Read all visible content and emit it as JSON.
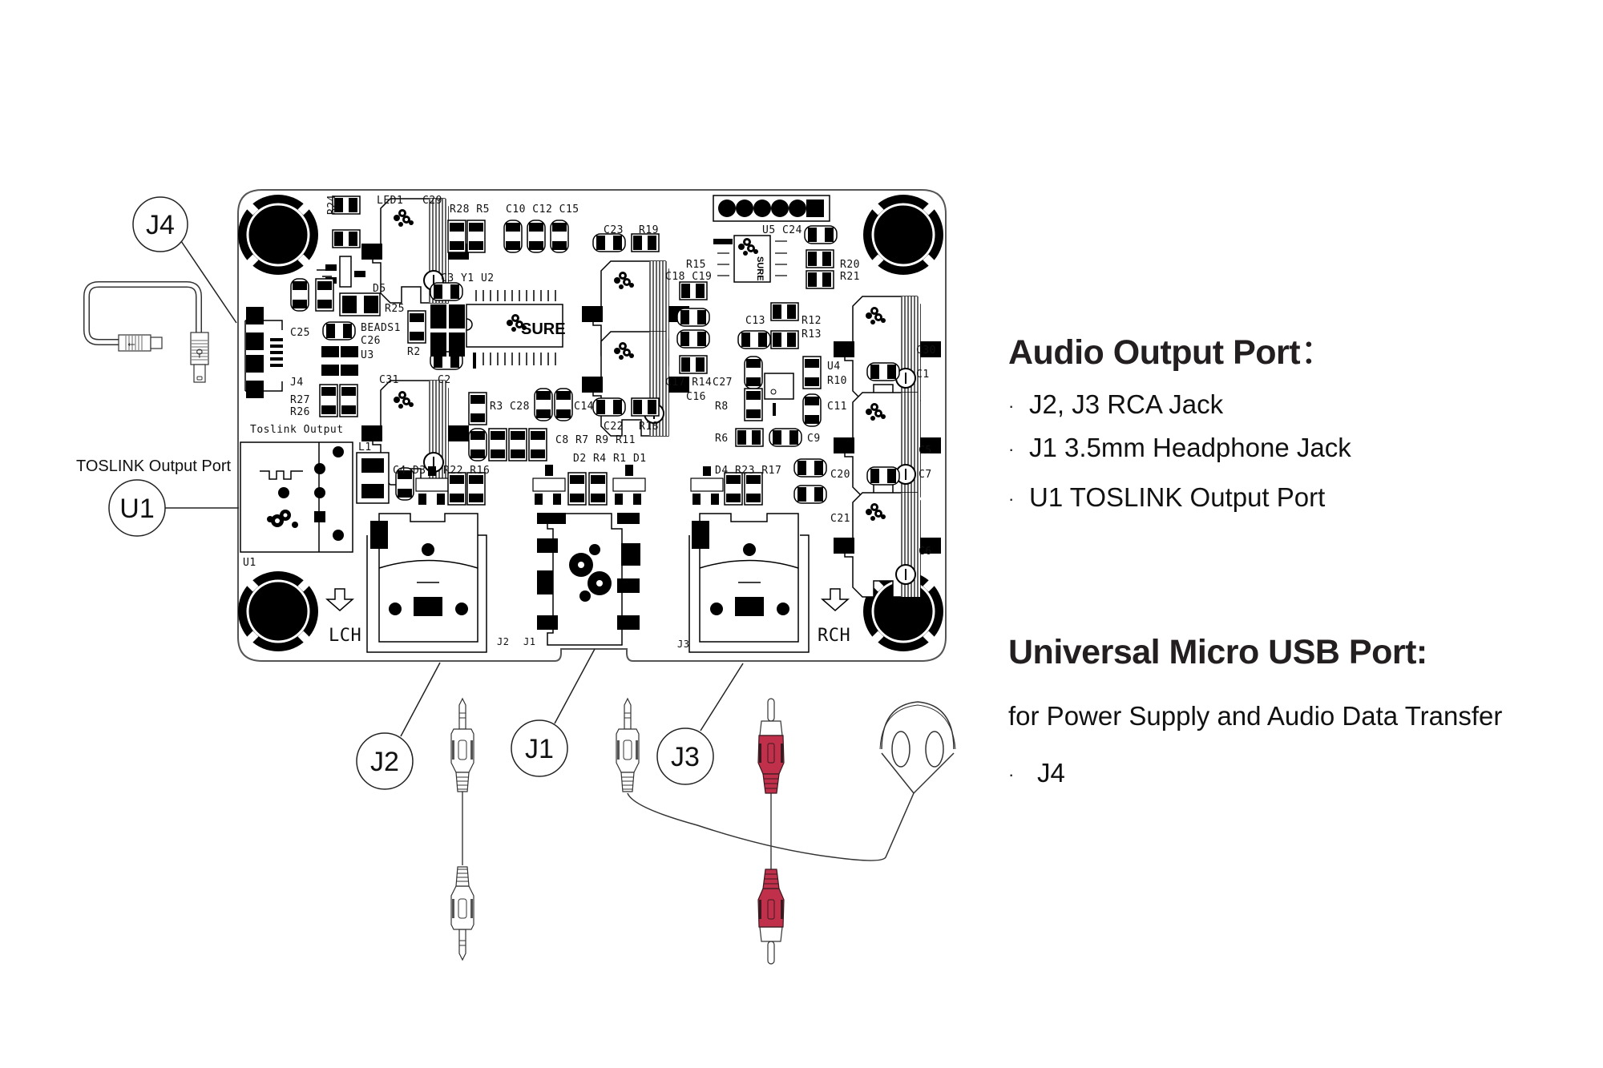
{
  "board": {
    "pcb_labels": {
      "r24": "R24",
      "led1": "LED1",
      "c29": "C29",
      "r28_r5": "R28 R5",
      "c10_c12_c15": "C10 C12 C15",
      "c23": "C23",
      "r19": "R19",
      "u5_c24": "U5 C24",
      "r20": "R20",
      "r21": "R21",
      "d5": "D5",
      "r25": "R25",
      "c3_y1_u2": "C3 Y1 U2",
      "r15": "R15",
      "c18_c19": "C18 C19",
      "beads1": "BEADS1",
      "c25": "C25",
      "c26": "C26",
      "u3": "U3",
      "r2": "R2",
      "c13": "C13",
      "r12": "R12",
      "r13": "R13",
      "c30": "C30",
      "c1": "C1",
      "j4": "J4",
      "r27": "R27",
      "r26": "R26",
      "c31": "C31",
      "c2": "C2",
      "c17_r14": "C17 R14",
      "c16": "C16",
      "c27": "C27",
      "u4": "U4",
      "r10": "R10",
      "r8": "R8",
      "c11": "C11",
      "r3_c28": "R3 C28",
      "c14": "C14",
      "c22": "C22",
      "r18": "R18",
      "toslink_output": "Toslink  Output",
      "c8_r7_r9_r11": "C8 R7 R9 R11",
      "r6": "R6",
      "c9": "C9",
      "c5": "C5",
      "l1": "L1",
      "c4_d3": "C4 D3",
      "r22_r16": "R22 R16",
      "d2_r4_r1_d1": "D2 R4 R1 D1",
      "d4_r23_r17": "D4 R23 R17",
      "c20": "C20",
      "c7": "C7",
      "c21": "C21",
      "c6": "C6",
      "u1": "U1",
      "lch": "LCH",
      "rch": "RCH",
      "j2": "J2",
      "j1": "J1",
      "j3": "J3",
      "chip_brand": "SURE",
      "chip_brand_small": "SURE"
    }
  },
  "callouts": {
    "j4": "J4",
    "u1": "U1",
    "j2": "J2",
    "j1": "J1",
    "j3": "J3"
  },
  "side_label": {
    "toslink_port": "TOSLINK Output Port"
  },
  "legend": {
    "audio_heading": "Audio Output Port",
    "audio_colon": "：",
    "audio_items": [
      "J2, J3 RCA Jack",
      "J1 3.5mm Headphone Jack",
      "U1 TOSLINK Output Port"
    ],
    "usb_heading": "Universal Micro USB Port:",
    "usb_description": "for Power Supply and Audio Data Transfer",
    "usb_items": [
      "J4"
    ],
    "bullet": "·"
  },
  "colors": {
    "rca_red": "#c1304a",
    "ink": "#111111",
    "heading": "#231f20"
  },
  "icons": {
    "usb_cable": "usb-cable-icon",
    "stereo_cable": "3.5mm-stereo-cable-icon",
    "rca_cable": "rca-cable-icon",
    "headphones": "headphones-icon"
  }
}
